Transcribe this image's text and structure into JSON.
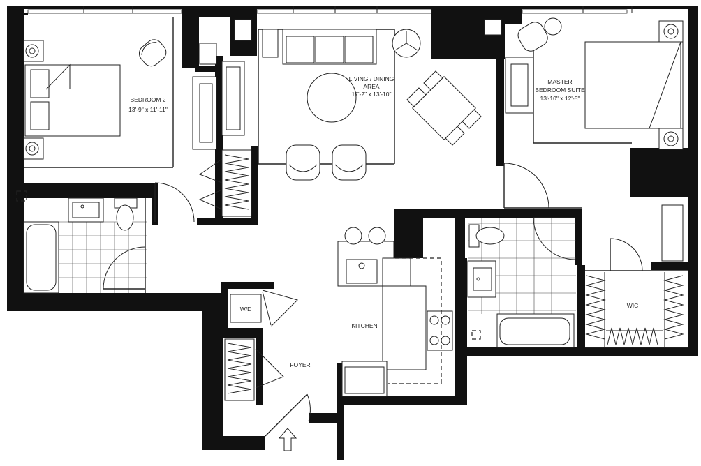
{
  "rooms": {
    "bedroom2": {
      "name": "BEDROOM 2",
      "dims": "13'-9\" x 11'-11\""
    },
    "living": {
      "line1": "LIVING / DINING",
      "line2": "AREA",
      "dims": "17'-2\" x 13'-10\""
    },
    "master": {
      "line1": "MASTER",
      "line2": "BEDROOM SUITE",
      "dims": "13'-10\" x 12'-5\""
    },
    "kitchen": {
      "name": "KITCHEN"
    },
    "foyer": {
      "name": "FOYER"
    },
    "wic": {
      "name": "WIC"
    },
    "wd": {
      "name": "W/D"
    }
  },
  "icons": [
    "entry-arrow-icon",
    "sink-icon",
    "toilet-icon",
    "bathtub-icon",
    "stove-icon",
    "bed-icon",
    "chair-icon",
    "sofa-icon",
    "table-icon"
  ],
  "colors": {
    "wall": "#111111",
    "line": "#222222",
    "background": "#ffffff"
  }
}
